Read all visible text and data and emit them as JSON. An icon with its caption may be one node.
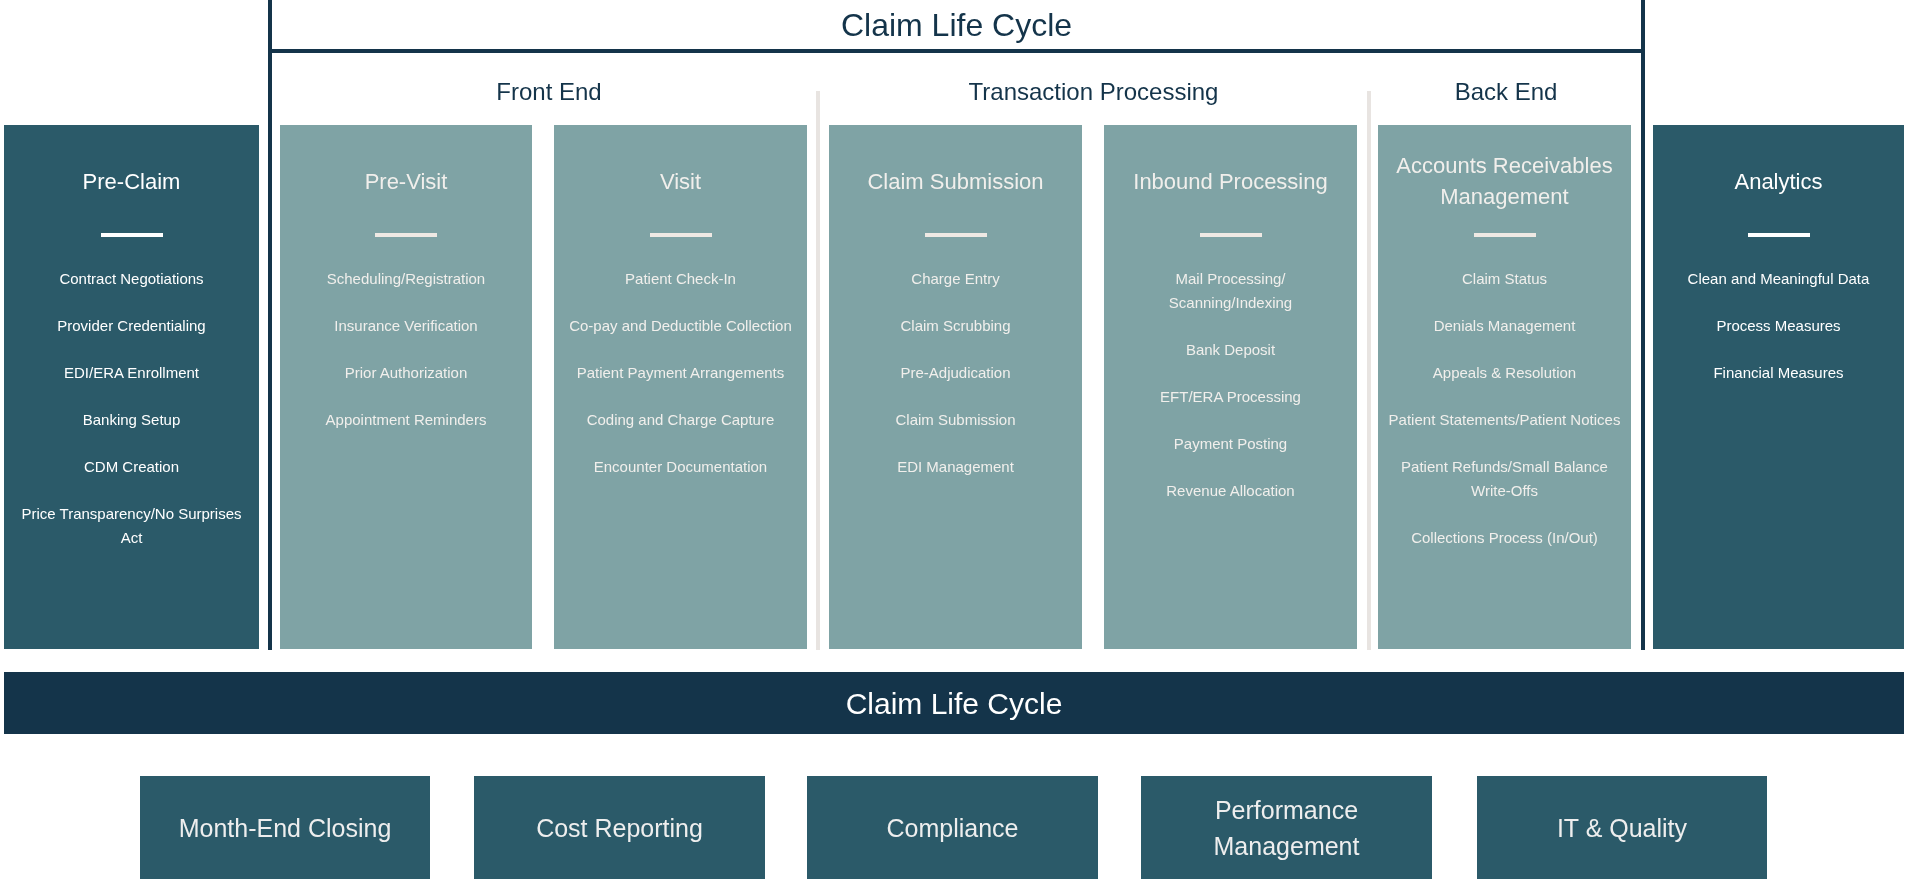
{
  "diagram": {
    "title": "Claim Life Cycle",
    "nodes": [
      {
        "text": [
          "Pre-Claim",
          "Contract Negotiations",
          "Provider Credentialing",
          "EDI/ERA Enrollment",
          "Banking Setup",
          "CDM Creation",
          "Price Transparency/No Surprises Act"
        ]
      },
      {
        "text": [
          "Pre-Visit",
          "Scheduling/Registration",
          "Insurance Verification",
          "Prior Authorization",
          "Appointment Reminders"
        ]
      },
      {
        "text": [
          "Visit",
          "Patient Check-In",
          "Co-pay and Deductible Collection",
          "Patient Payment Arrangements",
          "Coding and Charge Capture",
          "Encounter Documentation"
        ]
      },
      {
        "text": [
          "Claim Submission",
          "Charge Entry",
          "Claim Scrubbing",
          "Pre-Adjudication",
          "Claim Submission",
          "EDI Management"
        ]
      },
      {
        "text": [
          "Inbound Processing",
          "Mail Processing/ Scanning/Indexing",
          "Bank Deposit",
          "EFT/ERA Processing",
          "Payment Posting",
          "Revenue Allocation"
        ]
      },
      {
        "text": [
          "Accounts Receivables Management",
          "Claim Status",
          "Denials Management",
          "Appeals & Resolution",
          "Patient Statements/Patient Notices",
          "Patient Refunds/Small Balance Write-Offs",
          "Collections Process (In/Out)"
        ]
      },
      {
        "text": [
          "Analytics",
          "Clean and Meaningful Data",
          "Process Measures",
          "Financial Measures"
        ]
      },
      {
        "text": [
          "Claim Life Cycle"
        ]
      },
      {
        "text": [
          "Month-End Closing"
        ]
      },
      {
        "text": [
          "Cost Reporting"
        ]
      },
      {
        "text": [
          "Compliance"
        ]
      },
      {
        "text": [
          "Performance Management"
        ]
      },
      {
        "text": [
          "IT & Quality"
        ]
      }
    ],
    "labels": [
      "Front End",
      "Transaction Processing",
      "Back End"
    ]
  }
}
